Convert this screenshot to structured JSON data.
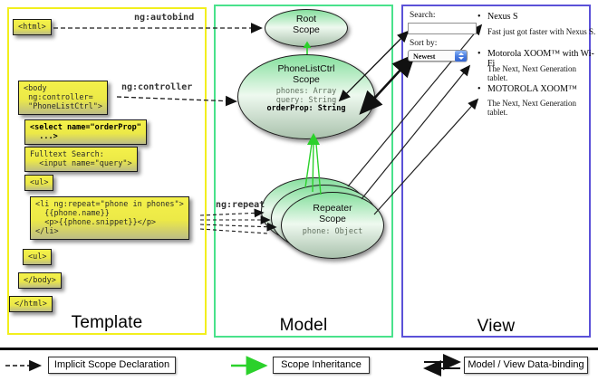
{
  "columns": {
    "template": {
      "label": "Template",
      "border": "#f2ef1d"
    },
    "model": {
      "label": "Model",
      "border": "#49e28b"
    },
    "view": {
      "label": "View",
      "border": "#5b51d8"
    }
  },
  "template_boxes": {
    "html_open": {
      "lines": [
        "<html>"
      ]
    },
    "body_open": {
      "lines": [
        "<body",
        " ng:controller=",
        " \"PhoneListCtrl\">"
      ]
    },
    "select_box": {
      "lines": [
        "<select name=\"orderProp\"",
        "  ...>"
      ]
    },
    "fulltext": {
      "lines": [
        "Fulltext Search:",
        "  <input name=\"query\">"
      ]
    },
    "ul_1": {
      "lines": [
        "<ul>"
      ]
    },
    "li_repeat": {
      "lines": [
        "<li ng:repeat=\"phone in phones\">",
        "  {{phone.name}}",
        "  <p>{{phone.snippet}}</p>",
        "</li>"
      ]
    },
    "ul_2": {
      "lines": [
        "<ul>"
      ]
    },
    "body_close": {
      "lines": [
        "</body>"
      ]
    },
    "html_close": {
      "lines": [
        "</html>"
      ]
    }
  },
  "connectors": {
    "autobind": "ng:autobind",
    "controller": "ng:controller",
    "repeat": "ng:repeat"
  },
  "scopes": {
    "root": {
      "title1": "Root",
      "title2": "Scope"
    },
    "phonelist": {
      "title1": "PhoneListCtrl",
      "title2": "Scope",
      "prop1": "phones: Array",
      "prop2": "query: String",
      "prop3": "orderProp: String"
    },
    "repeater": {
      "title1": "Repeater",
      "title2": "Scope",
      "prop1": "phone: Object"
    }
  },
  "view_panel": {
    "search_label": "Search:",
    "sort_label": "Sort by:",
    "sort_value": "Newest",
    "bullet": "•",
    "items": [
      {
        "title": "Nexus S",
        "desc": "Fast just got faster with Nexus S."
      },
      {
        "title": "Motorola XOOM™  with Wi-Fi",
        "desc": "The Next, Next Generation tablet."
      },
      {
        "title": "MOTOROLA XOOM™",
        "desc": "The Next, Next Generation tablet."
      }
    ]
  },
  "legend": {
    "implicit": "Implicit Scope Declaration",
    "inheritance": "Scope Inheritance",
    "binding": "Model / View Data-binding"
  },
  "colors": {
    "scope_green_top": "#85df9d",
    "box_yellow": "#ece947",
    "arrow_green": "#2bd12b",
    "arrow_black": "#111111"
  }
}
